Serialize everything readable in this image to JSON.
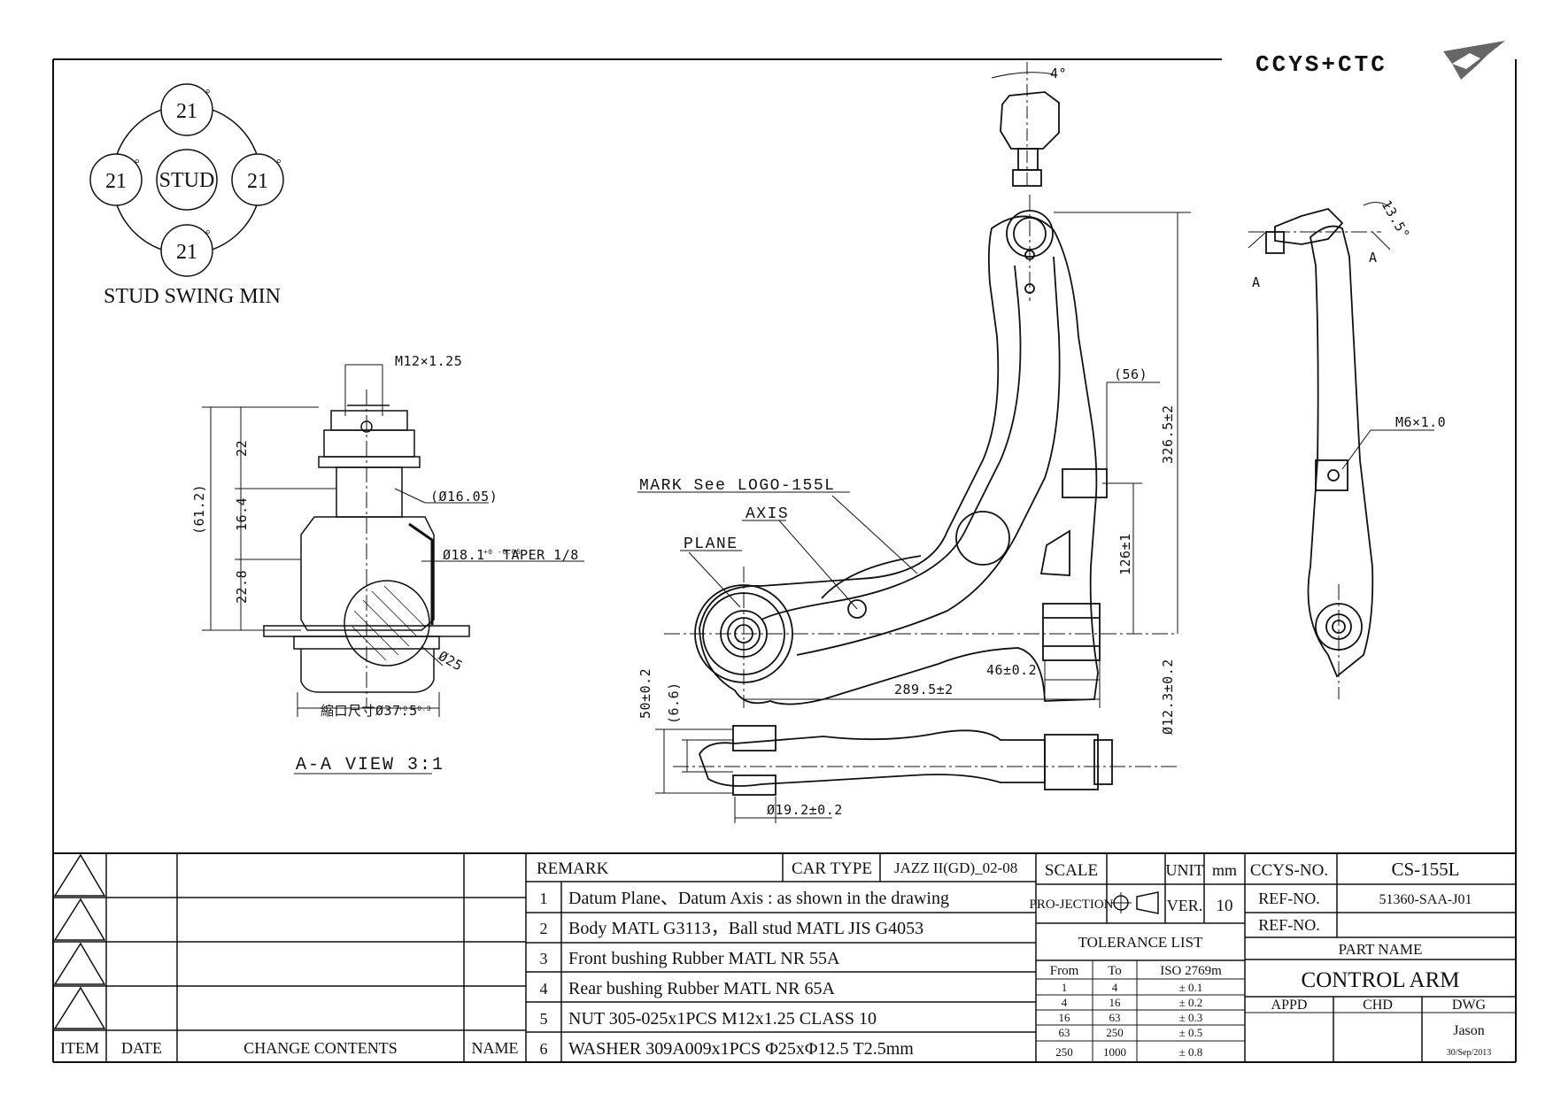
{
  "brand": {
    "logo_text": "CCYS+CTC",
    "logo_icon": "bird-wing-logo-icon"
  },
  "stud_swing": {
    "center_label": "STUD",
    "angle_top": "21",
    "angle_left": "21",
    "angle_right": "21",
    "angle_bottom": "21",
    "degree_mark": "°",
    "caption": "STUD SWING MIN"
  },
  "section_view": {
    "caption": "A-A VIEW 3:1",
    "dims": {
      "thread": "M12×1.25",
      "overall_height": "(61.2)",
      "h_22": "22",
      "h_16_4": "16.4",
      "h_22_8": "22.8",
      "dia_16_05": "(Ø16.05)",
      "dia_18_1": "Ø18.1",
      "dia_18_1_tol": "+0 -0.05",
      "taper": "TAPER 1/8",
      "dia_25": "Ø25",
      "crimp": "縮口尺寸Ø37.5",
      "crimp_tol": "+0 -0.3"
    }
  },
  "main_view": {
    "mark_note": "MARK See LOGO-155L",
    "axis_note": "AXIS",
    "plane_note": "PLANE",
    "dims": {
      "d_56": "(56)",
      "d_326_5": "326.5±2",
      "d_126": "126±1",
      "d_46": "46±0.2",
      "d_289_5": "289.5±2",
      "d_12_3": "Ø12.3±0.2",
      "d_50": "50±0.2",
      "d_6_6": "(6.6)",
      "d_19_2": "Ø19.2±0.2",
      "top_angle": "4°",
      "side_angle": "13.5°",
      "m6": "M6×1.0",
      "section_a_left": "A",
      "section_a_right": "A"
    }
  },
  "revisions": {
    "headers": [
      "ITEM",
      "DATE",
      "CHANGE CONTENTS",
      "NAME"
    ],
    "rows": 4
  },
  "remarks": {
    "title": "REMARK",
    "car_type_label": "CAR TYPE",
    "car_type_value": "JAZZ II(GD)_02-08",
    "items": [
      {
        "no": "1",
        "text": "Datum Plane、Datum Axis : as shown in the drawing"
      },
      {
        "no": "2",
        "text": "Body MATL G3113，Ball stud MATL JIS G4053"
      },
      {
        "no": "3",
        "text": "Front bushing Rubber MATL NR 55A"
      },
      {
        "no": "4",
        "text": "Rear bushing Rubber MATL NR 65A"
      },
      {
        "no": "5",
        "text": "NUT 305-025x1PCS M12x1.25 CLASS 10"
      },
      {
        "no": "6",
        "text": "WASHER 309A009x1PCS Φ25xΦ12.5  T2.5mm"
      }
    ]
  },
  "info": {
    "scale_label": "SCALE",
    "scale_value": "",
    "unit_label": "UNIT",
    "unit_value": "mm",
    "projection_label": "PRO-JECTION",
    "ver_label": "VER.",
    "ver_value": "10",
    "tolerance_title": "TOLERANCE LIST",
    "tolerance_headers": [
      "From",
      "To",
      "ISO 2769m"
    ],
    "tolerance_rows": [
      [
        "1",
        "4",
        "± 0.1"
      ],
      [
        "4",
        "16",
        "± 0.2"
      ],
      [
        "16",
        "63",
        "± 0.3"
      ],
      [
        "63",
        "250",
        "± 0.5"
      ],
      [
        "250",
        "1000",
        "± 0.8"
      ]
    ]
  },
  "title_block": {
    "ccys_no_label": "CCYS-NO.",
    "ccys_no_value": "CS-155L",
    "ref_no_label": "REF-NO.",
    "ref_no_value": "51360-SAA-J01",
    "ref_no2_label": "REF-NO.",
    "ref_no2_value": "",
    "part_name_label": "PART NAME",
    "part_name_value": "CONTROL ARM",
    "appd_label": "APPD",
    "chd_label": "CHD",
    "dwg_label": "DWG",
    "dwg_name": "Jason",
    "dwg_date": "30/Sep/2013"
  }
}
